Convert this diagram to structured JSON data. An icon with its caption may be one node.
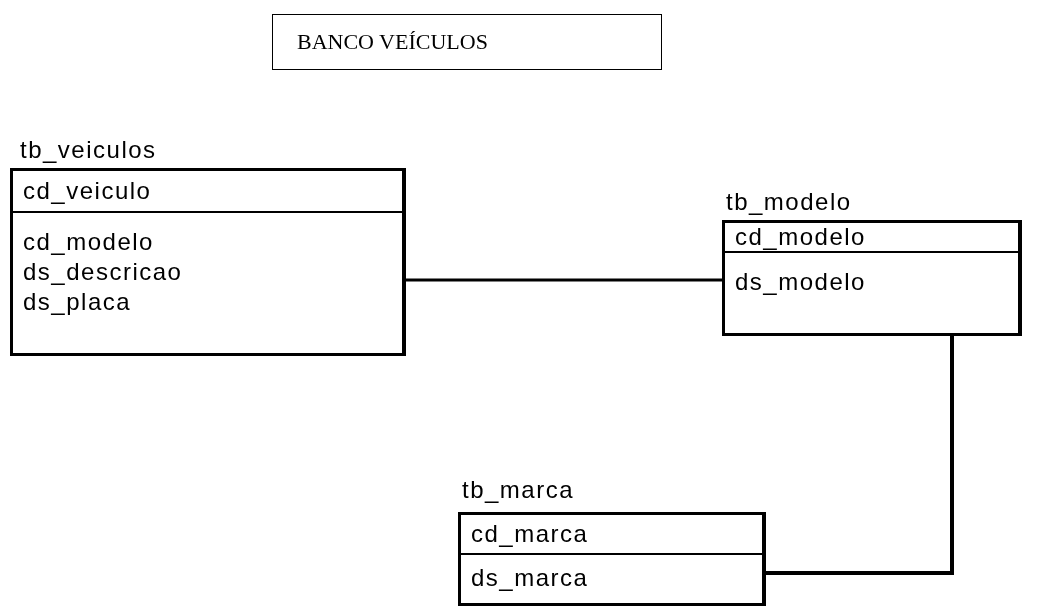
{
  "diagram": {
    "title": "BANCO VEÍCULOS",
    "nodes": [
      {
        "text": [
          "tb_veiculos",
          "cd_veiculo",
          "cd_modelo",
          "ds_descricao",
          "ds_placa"
        ]
      },
      {
        "text": [
          "tb_modelo",
          "cd_modelo",
          "ds_modelo"
        ]
      },
      {
        "text": [
          "tb_marca",
          "cd_marca",
          "ds_marca"
        ]
      }
    ],
    "edges": [
      {
        "from": 0,
        "to": 1,
        "arrow": "none"
      },
      {
        "from": 1,
        "to": 2,
        "arrow": "none"
      }
    ]
  }
}
